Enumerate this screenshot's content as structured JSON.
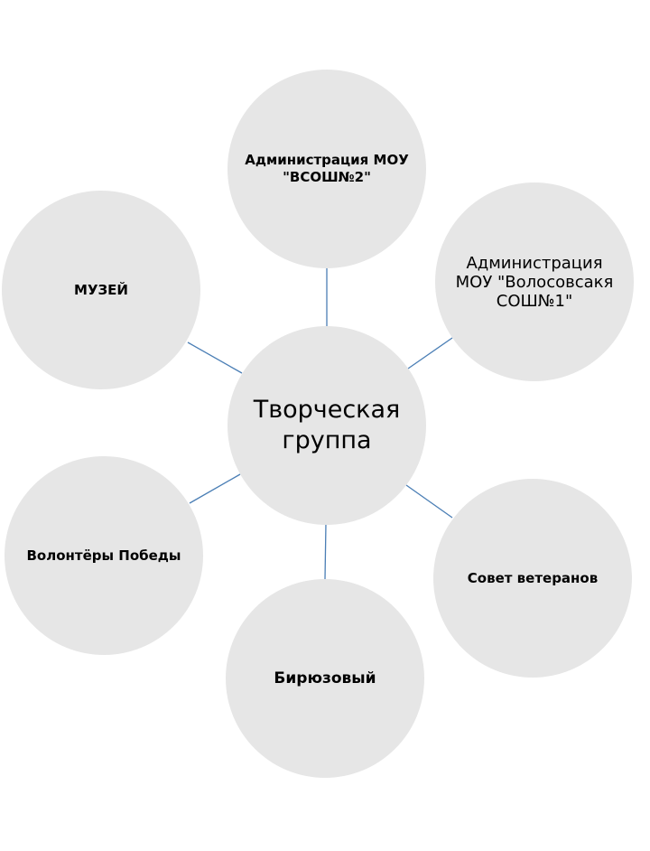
{
  "center": {
    "label": "Творческая группа"
  },
  "nodes": [
    {
      "id": "top",
      "label": "Администрация МОУ \"ВСОШ№2\""
    },
    {
      "id": "top-right",
      "label": "Администрация МОУ \"Волосовсакя СОШ№1\""
    },
    {
      "id": "left",
      "label": "МУЗЕЙ"
    },
    {
      "id": "bottom-left",
      "label": "Волонтёры Победы"
    },
    {
      "id": "bottom-right",
      "label": "Совет ветеранов"
    },
    {
      "id": "bottom",
      "label": "Бирюзовый"
    }
  ],
  "colors": {
    "node_fill": "#e6e6e6",
    "connector": "#4a7eb5"
  }
}
